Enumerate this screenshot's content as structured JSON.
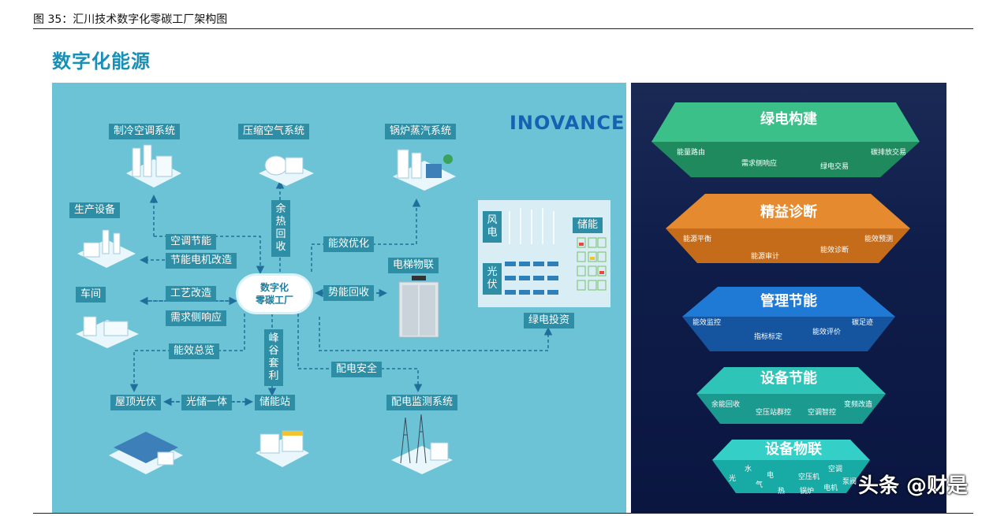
{
  "caption": "图 35：汇川技术数字化零碳工厂架构图",
  "heading": "数字化能源",
  "brand": "INOVANCE",
  "hub": {
    "line1": "数字化",
    "line2": "零碳工厂"
  },
  "nodes": {
    "refrigeration": "制冷空调系统",
    "compressed_air": "压缩空气系统",
    "boiler": "锅炉蒸汽系统",
    "production": "生产设备",
    "workshop": "车间",
    "elevator": "电梯物联",
    "rooftop_pv": "屋顶光伏",
    "storage_station": "储能站",
    "distribution_monitor": "配电监测系统",
    "green_invest": "绿电投资",
    "storage": "储能"
  },
  "links": {
    "ac_saving": "空调节能",
    "motor_retrofit": "节能电机改造",
    "process_improve": "工艺改造",
    "demand_response": "需求侧响应",
    "efficiency_overview": "能效总览",
    "efficiency_opt": "能效优化",
    "potential_recovery": "势能回收",
    "distribution_safety": "配电安全",
    "pv_storage": "光储一体",
    "waste_heat": "余热回收",
    "peak_valley": "峰谷套利",
    "wind": "风电",
    "solar": "光伏"
  },
  "pyramid": [
    {
      "title": "绿电构建",
      "items": [
        "能量路由",
        "需求侧响应",
        "绿电交易",
        "碳排放交易"
      ],
      "color": "#2fa47a"
    },
    {
      "title": "精益诊断",
      "items": [
        "能源平衡",
        "能源审计",
        "能效诊断",
        "能效预测"
      ],
      "color": "#e0812e"
    },
    {
      "title": "管理节能",
      "items": [
        "能效监控",
        "指标标定",
        "能效评价",
        "碳足迹"
      ],
      "color": "#1d6fc8"
    },
    {
      "title": "设备节能",
      "items": [
        "余能回收",
        "空压站群控",
        "空调智控",
        "变频改造"
      ],
      "color": "#22b0a6"
    },
    {
      "title": "设备物联",
      "items": [
        "光",
        "水",
        "电",
        "气",
        "热",
        "空压机",
        "空调",
        "锅炉",
        "电机",
        "泵阀"
      ],
      "color": "#17b7b2"
    }
  ],
  "watermark": "头条 @财是"
}
